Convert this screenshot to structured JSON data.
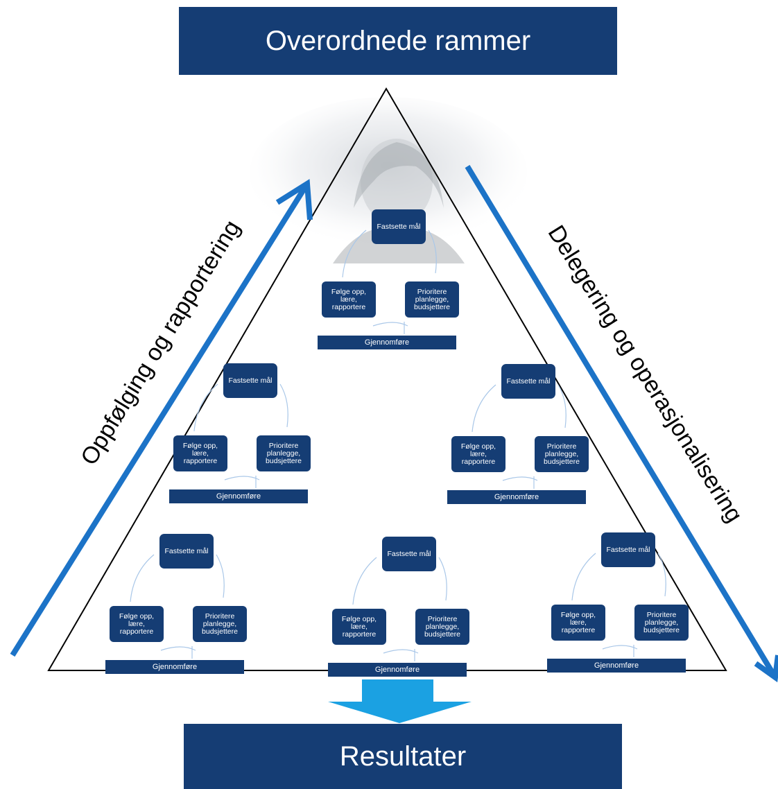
{
  "header": {
    "title": "Overordnede rammer"
  },
  "footer": {
    "title": "Resultater"
  },
  "left_arrow": {
    "label": "Oppfølging og rapportering"
  },
  "right_arrow": {
    "label": "Delegering og operasjonalisering"
  },
  "cycles": [
    {
      "goal": "Fastsette mål",
      "follow": "Følge opp, lære, rapportere",
      "prioritize": "Prioritere planlegge, budsjettere",
      "execute": "Gjennomføre"
    },
    {
      "goal": "Fastsette mål",
      "follow": "Følge opp, lære, rapportere",
      "prioritize": "Prioritere planlegge, budsjettere",
      "execute": "Gjennomføre"
    },
    {
      "goal": "Fastsette mål",
      "follow": "Følge opp, lære, rapportere",
      "prioritize": "Prioritere planlegge, budsjettere",
      "execute": "Gjennomføre"
    },
    {
      "goal": "Fastsette mål",
      "follow": "Følge opp, lære, rapportere",
      "prioritize": "Prioritere planlegge, budsjettere",
      "execute": "Gjennomføre"
    },
    {
      "goal": "Fastsette mål",
      "follow": "Følge opp, lære, rapportere",
      "prioritize": "Prioritere planlegge, budsjettere",
      "execute": "Gjennomføre"
    },
    {
      "goal": "Fastsette mål",
      "follow": "Følge opp, lære, rapportere",
      "prioritize": "Prioritere planlegge, budsjettere",
      "execute": "Gjennomføre"
    }
  ],
  "colors": {
    "navy": "#153d74",
    "arrow_blue": "#1c73c7",
    "result_arrow": "#1ba1e2"
  }
}
